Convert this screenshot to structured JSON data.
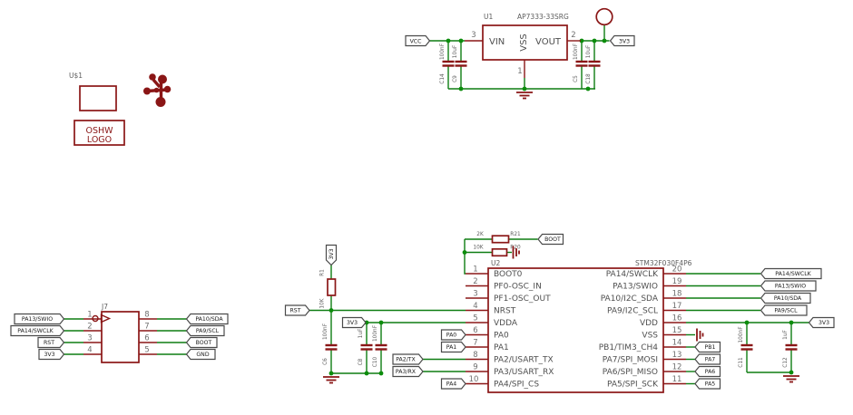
{
  "colors": {
    "net": "#0e7d12",
    "junction": "#0c8c0c",
    "component": "#8a1616",
    "flag-border": "#4a4a4a",
    "flag-text": "#1a1a1a",
    "text-gray": "#5d5d5d",
    "pin-name": "#4f4f4f",
    "pin-number": "#6f6f6f",
    "background": "#ffffff"
  },
  "oshw": {
    "refdes": "U$1",
    "logo_line1": "OSHW",
    "logo_line2": "LOGO"
  },
  "regulator": {
    "refdes": "U1",
    "part": "AP7333-33SRG",
    "pin_vin": "VIN",
    "pin_vss": "VSS",
    "pin_vout": "VOUT",
    "num_vin": "3",
    "num_vout": "2",
    "num_vss": "1",
    "flag_in": "VCC",
    "flag_out": "3V3",
    "caps": [
      {
        "ref": "C14",
        "value": "100nF"
      },
      {
        "ref": "C9",
        "value": "10uF"
      },
      {
        "ref": "C5",
        "value": "100nF"
      },
      {
        "ref": "C18",
        "value": "10uF"
      }
    ]
  },
  "connector": {
    "refdes": "J7",
    "left": [
      {
        "num": "1",
        "net": "PA13/SWIO"
      },
      {
        "num": "2",
        "net": "PA14/SWCLK"
      },
      {
        "num": "3",
        "net": "RST"
      },
      {
        "num": "4",
        "net": "3V3"
      }
    ],
    "right": [
      {
        "num": "8",
        "net": "PA10/SDA"
      },
      {
        "num": "7",
        "net": "PA9/SCL"
      },
      {
        "num": "6",
        "net": "BOOT"
      },
      {
        "num": "5",
        "net": "GND"
      }
    ]
  },
  "mcu": {
    "refdes": "U2",
    "part": "STM32F030F4P6",
    "left": [
      {
        "num": "1",
        "name": "BOOT0"
      },
      {
        "num": "2",
        "name": "PF0-OSC_IN"
      },
      {
        "num": "3",
        "name": "PF1-OSC_OUT"
      },
      {
        "num": "4",
        "name": "NRST"
      },
      {
        "num": "5",
        "name": "VDDA"
      },
      {
        "num": "6",
        "name": "PA0"
      },
      {
        "num": "7",
        "name": "PA1"
      },
      {
        "num": "8",
        "name": "PA2/USART_TX"
      },
      {
        "num": "9",
        "name": "PA3/USART_RX"
      },
      {
        "num": "10",
        "name": "PA4/SPI_CS"
      }
    ],
    "right": [
      {
        "num": "20",
        "name": "PA14/SWCLK"
      },
      {
        "num": "19",
        "name": "PA13/SWIO"
      },
      {
        "num": "18",
        "name": "PA10/I2C_SDA"
      },
      {
        "num": "17",
        "name": "PA9/I2C_SCL"
      },
      {
        "num": "16",
        "name": "VDD"
      },
      {
        "num": "15",
        "name": "VSS"
      },
      {
        "num": "14",
        "name": "PB1/TIM3_CH4"
      },
      {
        "num": "13",
        "name": "PA7/SPI_MOSI"
      },
      {
        "num": "12",
        "name": "PA6/SPI_MISO"
      },
      {
        "num": "11",
        "name": "PA5/SPI_SCK"
      }
    ],
    "boot": {
      "r21_val": "2K",
      "r21_ref": "R21",
      "r20_val": "10K",
      "r20_ref": "R20",
      "flag": "BOOT"
    },
    "reset": {
      "flag_top": "3V3",
      "r1_ref": "R1",
      "r1_val": "10K",
      "flag": "RST",
      "cap_val": "100nF",
      "cap_ref": "C6"
    },
    "vdda": {
      "flag": "3V3",
      "cap1_val": "1uF",
      "cap1_ref": "C8",
      "cap2_val": "100nF",
      "cap2_ref": "C10"
    },
    "io_flags": {
      "pa0": "PA0",
      "pa1": "PA1",
      "pa2": "PA2/TX",
      "pa3": "PA3/RX",
      "pa4": "PA4"
    },
    "vdd": {
      "flag": "3V3",
      "cap1_val": "100nF",
      "cap1_ref": "C11",
      "cap2_val": "1uF",
      "cap2_ref": "C12"
    },
    "right_flags": {
      "p20": "PA14/SWCLK",
      "p19": "PA13/SWIO",
      "p18": "PA10/SDA",
      "p17": "PA9/SCL",
      "p14": "PB1",
      "p13": "PA7",
      "p12": "PA6",
      "p11": "PA5"
    }
  }
}
